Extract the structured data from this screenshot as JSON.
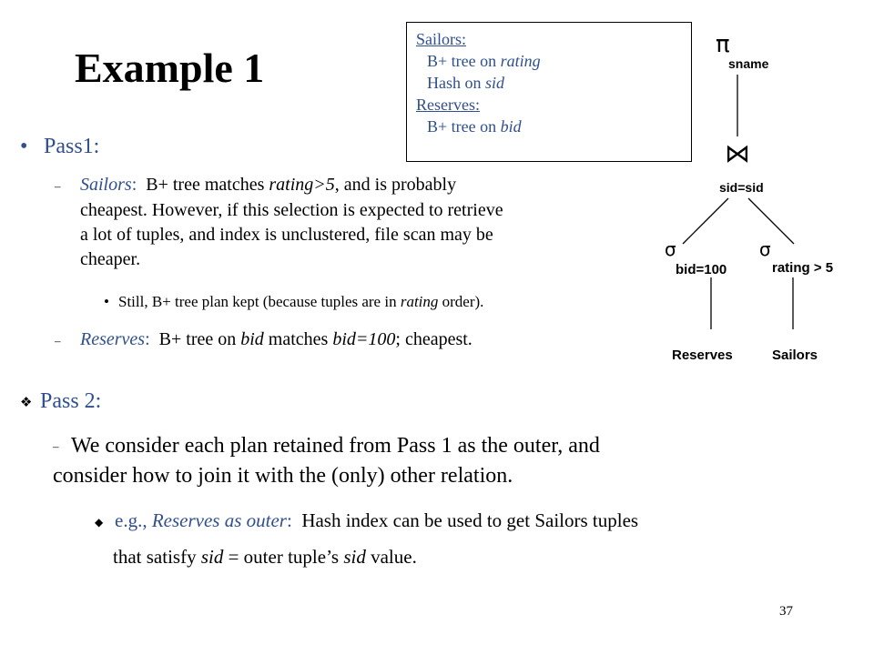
{
  "title": "Example 1",
  "index_box": {
    "sailors_head": "Sailors:",
    "sailors_rating_prefix": "B+ tree on ",
    "sailors_rating_attr": "rating",
    "sailors_sid_prefix": "Hash on ",
    "sailors_sid_attr": "sid",
    "reserves_head": "Reserves:",
    "reserves_bid_prefix": "B+ tree on ",
    "reserves_bid_attr": "bid"
  },
  "pass1": {
    "heading": "Pass1:",
    "item1_label": "Sailors",
    "item1_colon": ":",
    "item1_text_a": "  B+ tree matches ",
    "item1_cond": "rating>5",
    "item1_line1_rest": ", and is probably",
    "item1_line2": "cheapest.  However, if this selection is expected to retrieve",
    "item1_line3": "a lot of tuples, and index is unclustered, file scan may be",
    "item1_line4": "cheaper.",
    "sub_text_a": "Still, B+ tree plan kept (because tuples are in ",
    "sub_text_attr": "rating",
    "sub_text_b": " order).",
    "item2_label": "Reserves",
    "item2_colon": ":",
    "item2_text_a": "  B+ tree on ",
    "item2_attr": "bid",
    "item2_text_b": " matches ",
    "item2_cond": "bid=100",
    "item2_text_c": "; cheapest."
  },
  "pass2": {
    "heading": "Pass 2:",
    "line1": "We consider each plan retained from Pass 1 as the outer, and",
    "line2": "consider how to join it with the (only) other relation.",
    "eg_prefix": "e.g., ",
    "eg_label": "Reserves as outer",
    "eg_colon": ":",
    "eg_text": "  Hash index can be used to get Sailors tuples",
    "line4_a": "that satisfy ",
    "line4_attr1": "sid",
    "line4_b": " = outer tuple’s ",
    "line4_attr2": "sid",
    "line4_c": " value."
  },
  "plan_tree": {
    "projection_symbol": "π",
    "projection_attr": "sname",
    "join_symbol": "⋈",
    "join_cond": "sid=sid",
    "select_symbol": "σ",
    "left_select": "bid=100",
    "right_select": "rating > 5",
    "left_relation": "Reserves",
    "right_relation": "Sailors"
  },
  "page_number": "37"
}
